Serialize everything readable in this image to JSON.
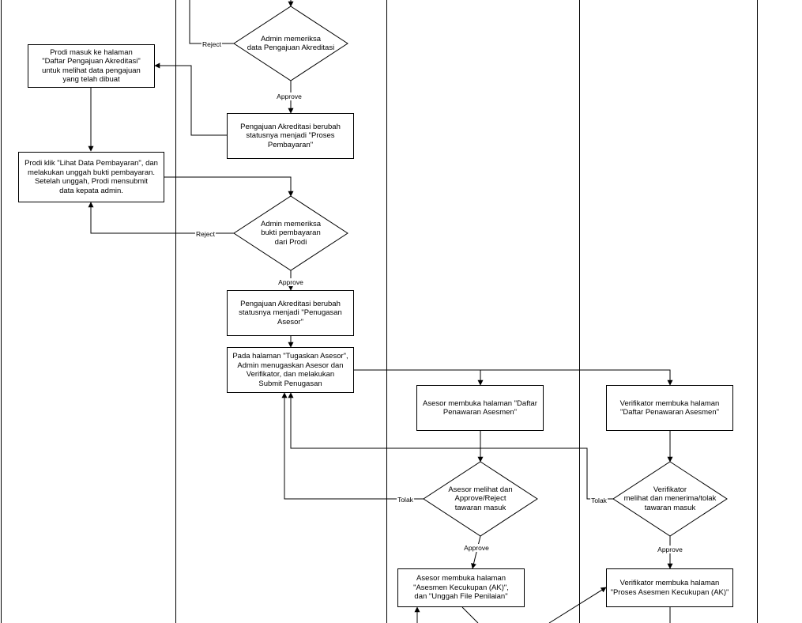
{
  "nodes": {
    "p_daftar": "Prodi masuk ke halaman\n\"Daftar Pengajuan Akreditasi\"\nuntuk melihat data pengajuan\nyang telah dibuat",
    "p_bayar": "Prodi klik \"Lihat Data Pembayaran\", dan\nmelakukan unggah bukti pembayaran.\nSetelah unggah, Prodi mensubmit\ndata kepata admin.",
    "a_cek_pengajuan": "Admin memeriksa\ndata Pengajuan Akreditasi",
    "a_proses_bayar": "Pengajuan Akreditasi berubah\nstatusnya menjadi \"Proses\nPembayaran\"",
    "a_cek_bukti": "Admin memeriksa\nbukti pembayaran\ndari Prodi",
    "a_penugasan": "Pengajuan Akreditasi berubah\nstatusnya menjadi \"Penugasan\nAsesor\"",
    "a_tugaskan": "Pada halaman \"Tugaskan Asesor\",\nAdmin menugaskan Asesor dan\nVerifikator, dan melakukan\nSubmit Penugasan",
    "as_penawaran": "Asesor membuka halaman \"Daftar\nPenawaran Asesmen\"",
    "as_cek": "Asesor melihat dan\nApprove/Reject\ntawaran masuk",
    "as_ak": "Asesor membuka halaman\n\"Asesmen Kecukupan (AK)\",\ndan \"Unggah File Penilaian\"",
    "v_penawaran": "Verifikator membuka halaman\n\"Daftar Penawaran Asesmen\"",
    "v_cek": "Verifikator\nmelihat dan menerima/tolak\ntawaran masuk",
    "v_proses": "Verifikator membuka halaman\n\"Proses Asesmen Kecukupan (AK)\""
  },
  "edge_labels": {
    "reject1": "Reject",
    "approve1": "Approve",
    "reject2": "Reject",
    "approve2": "Approve",
    "tolak_as": "Tolak",
    "approve_as": "Approve",
    "tolak_v": "Tolak",
    "approve_v": "Approve"
  }
}
